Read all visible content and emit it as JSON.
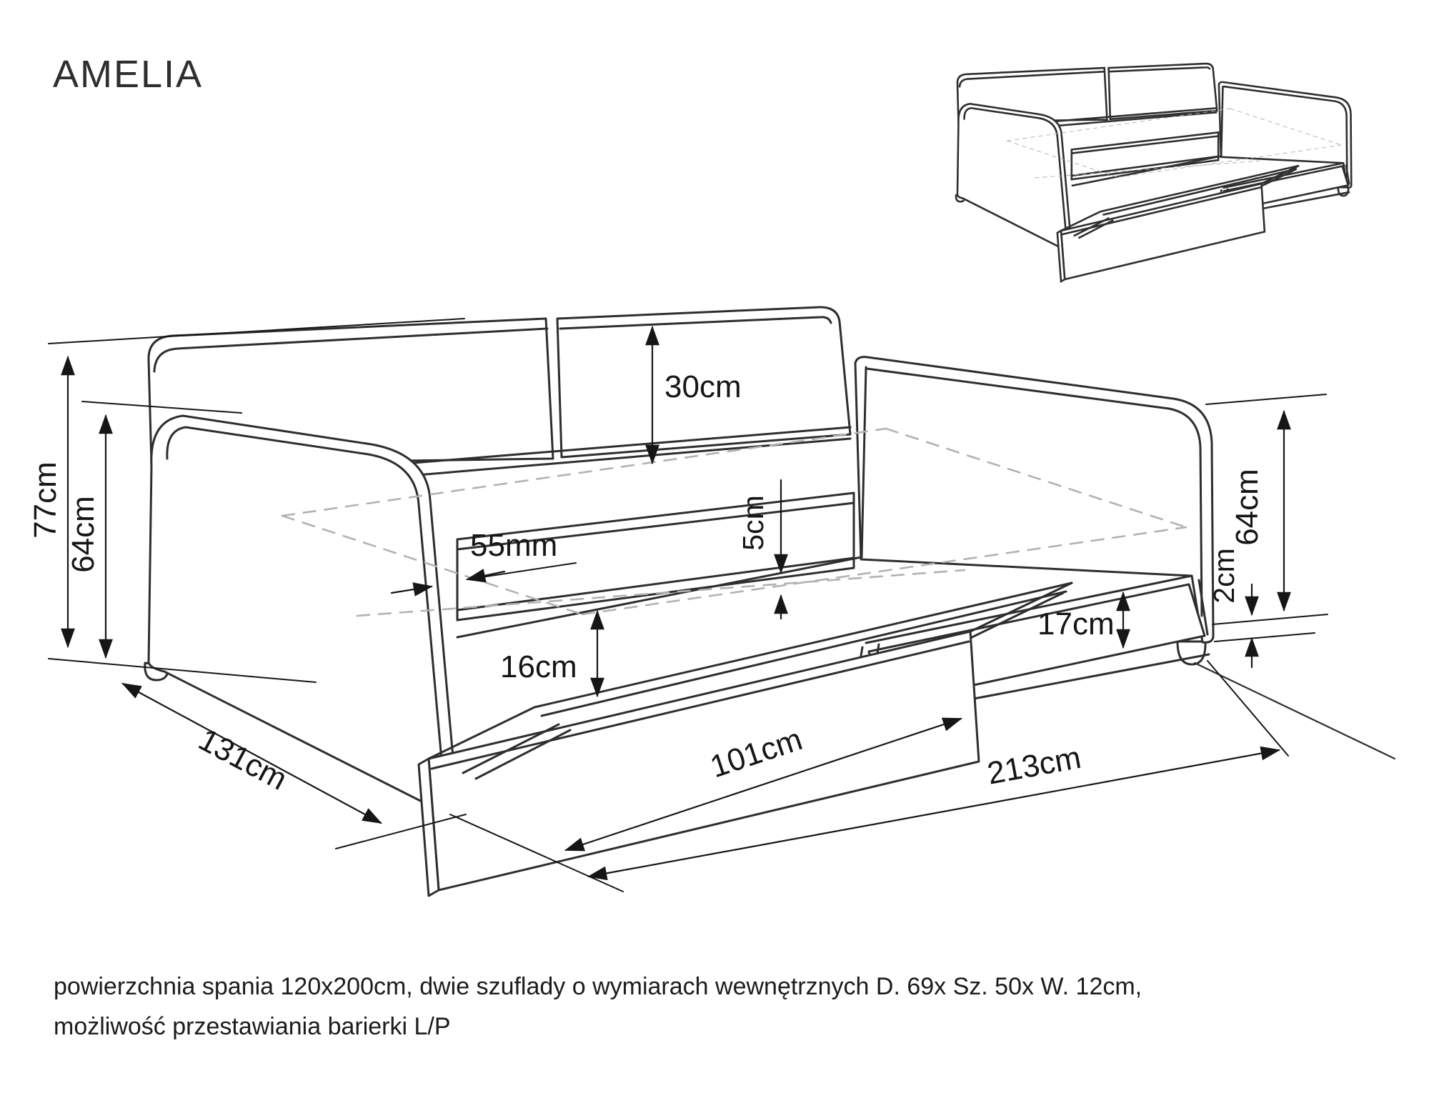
{
  "title": "AMELIA",
  "drawing": {
    "name": "bed-technical-drawing",
    "dims": {
      "total_height": "77cm",
      "side_panel_height_left": "64cm",
      "headboard_above_mattress": "30cm",
      "rail_gap": "5cm",
      "panel_thickness": "55mm",
      "base_front_height": "16cm",
      "drawer_inner_width": "101cm",
      "total_length": "213cm",
      "total_depth": "131cm",
      "side_panel_height_right": "64cm",
      "floor_clearance": "2cm",
      "drawer_front_height": "17cm"
    }
  },
  "footer": {
    "line1": "powierzchnia spania 120x200cm, dwie szuflady o wymiarach wewnętrznych D. 69x Sz. 50x W. 12cm,",
    "line2": "możliwość przestawiania barierki L/P"
  },
  "colors": {
    "line": "#2e2e2e",
    "dimension": "#161616",
    "hidden_line": "#b2b2b2",
    "background": "#ffffff"
  }
}
